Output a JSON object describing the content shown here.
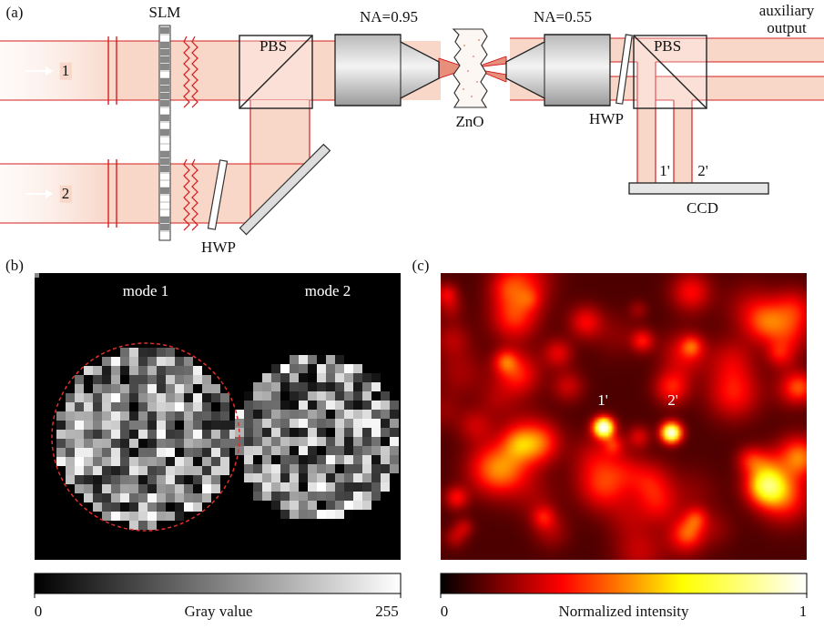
{
  "diagram": {
    "nodes": [
      {
        "text": [
          "PBS"
        ]
      },
      {
        "text": [
          "NA=0.95"
        ]
      },
      {
        "text": [
          "NA=0.55"
        ]
      },
      {
        "text": [
          "PBS"
        ]
      },
      {
        "text": [
          "CCD"
        ]
      }
    ],
    "labels": [
      "(a)",
      "1",
      "2",
      "SLM",
      "HWP",
      "ZnO",
      "HWP",
      "auxiliary output",
      "1'",
      "2'",
      "(b)",
      "mode 1",
      "mode 2",
      "0",
      "Gray value",
      "255",
      "(c)",
      "0",
      "Normalized intensity",
      "1",
      "1'",
      "2'"
    ]
  }
}
